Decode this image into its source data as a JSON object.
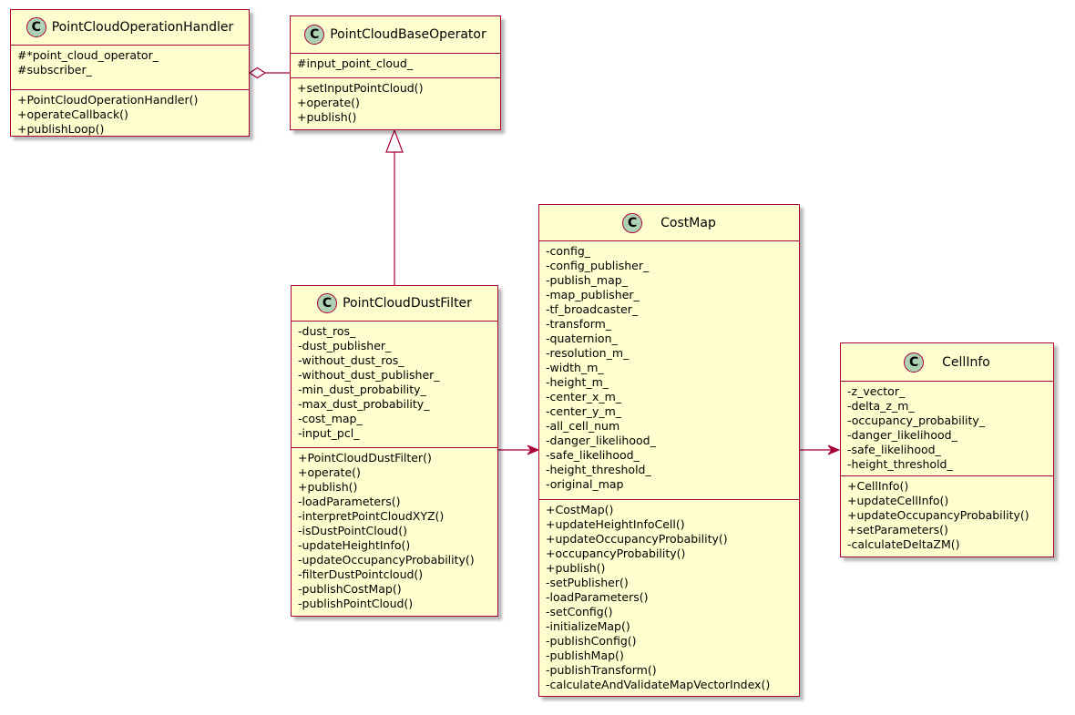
{
  "classes": [
    {
      "id": "PointCloudOperationHandler",
      "badge": "C",
      "name": "PointCloudOperationHandler",
      "fields": [
        "#*point_cloud_operator_",
        "#subscriber_"
      ],
      "methods": [
        "+PointCloudOperationHandler()",
        "+operateCallback()",
        "+publishLoop()"
      ]
    },
    {
      "id": "PointCloudBaseOperator",
      "badge": "C",
      "name": "PointCloudBaseOperator",
      "fields": [
        "#input_point_cloud_"
      ],
      "methods": [
        "+setInputPointCloud()",
        "+operate()",
        "+publish()"
      ]
    },
    {
      "id": "PointCloudDustFilter",
      "badge": "C",
      "name": "PointCloudDustFilter",
      "fields": [
        "-dust_ros_",
        "-dust_publisher_",
        "-without_dust_ros_",
        "-without_dust_publisher_",
        "-min_dust_probability_",
        "-max_dust_probability_",
        "-cost_map_",
        "-input_pcl_"
      ],
      "methods": [
        "+PointCloudDustFilter()",
        "+operate()",
        "+publish()",
        "-loadParameters()",
        "-interpretPointCloudXYZ()",
        "-isDustPointCloud()",
        "-updateHeightInfo()",
        "-updateOccupancyProbability()",
        "-filterDustPointcloud()",
        "-publishCostMap()",
        "-publishPointCloud()"
      ]
    },
    {
      "id": "CostMap",
      "badge": "C",
      "name": "CostMap",
      "fields": [
        "-config_",
        "-config_publisher_",
        "-publish_map_",
        "-map_publisher_",
        "-tf_broadcaster_",
        "-transform_",
        "-quaternion_",
        "-resolution_m_",
        "-width_m_",
        "-height_m_",
        "-center_x_m_",
        "-center_y_m_",
        "-all_cell_num",
        "-danger_likelihood_",
        "-safe_likelihood_",
        "-height_threshold_",
        "-original_map"
      ],
      "methods": [
        "+CostMap()",
        "+updateHeightInfoCell()",
        "+updateOccupancyProbability()",
        "+occupancyProbability()",
        "+publish()",
        "-setPublisher()",
        "-loadParameters()",
        "-setConfig()",
        "-initializeMap()",
        "-publishConfig()",
        "-publishMap()",
        "-publishTransform()",
        "-calculateAndValidateMapVectorIndex()"
      ]
    },
    {
      "id": "CellInfo",
      "badge": "C",
      "name": "CellInfo",
      "fields": [
        "-z_vector_",
        "-delta_z_m_",
        "-occupancy_probability_",
        "-danger_likelihood_",
        "-safe_likelihood_",
        "-height_threshold_"
      ],
      "methods": [
        "+CellInfo()",
        "+updateCellInfo()",
        "+updateOccupancyProbability()",
        "+setParameters()",
        "-calculateDeltaZM()"
      ]
    }
  ],
  "relations": [
    {
      "type": "aggregation",
      "from": "PointCloudOperationHandler",
      "to": "PointCloudBaseOperator"
    },
    {
      "type": "inheritance",
      "from": "PointCloudDustFilter",
      "to": "PointCloudBaseOperator"
    },
    {
      "type": "association",
      "from": "PointCloudDustFilter",
      "to": "CostMap"
    },
    {
      "type": "association",
      "from": "CostMap",
      "to": "CellInfo"
    }
  ],
  "colors": {
    "box_fill": "#FEFECE",
    "border": "#A80036",
    "badge_fill": "#ADD1B2"
  }
}
